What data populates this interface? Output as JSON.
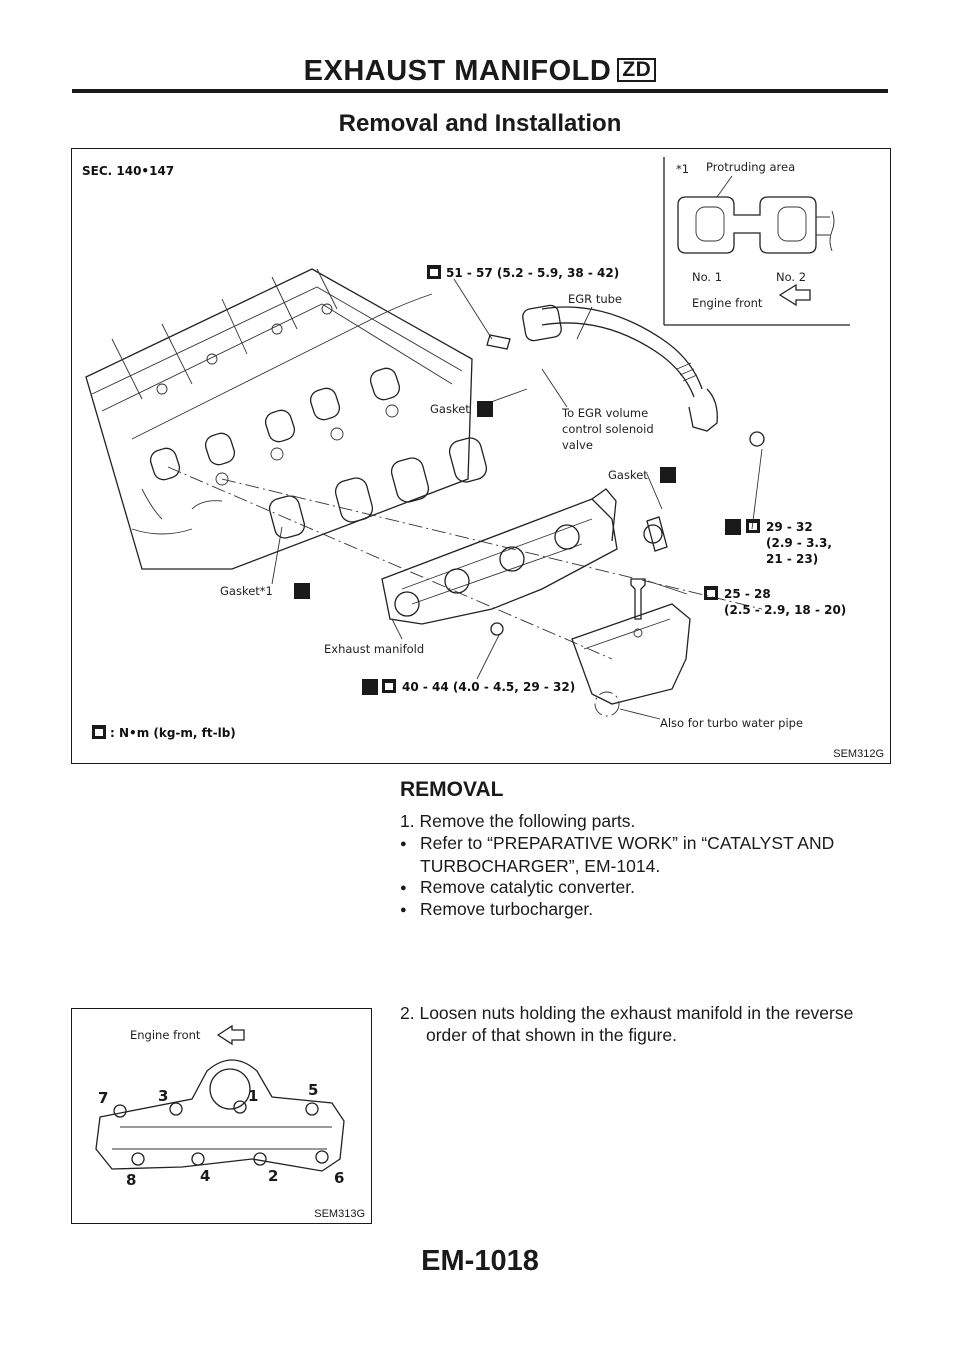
{
  "header": {
    "title": "EXHAUST MANIFOLD",
    "badge": "ZD"
  },
  "section_title": "Removal and Installation",
  "figure1": {
    "sec_label": "SEC. 140•147",
    "code": "SEM312G",
    "inset": {
      "note_marker": "*1",
      "protruding_area": "Protruding area",
      "no1": "No. 1",
      "no2": "No. 2",
      "engine_front": "Engine front"
    },
    "labels": {
      "torque_egr_bolt": "51 - 57 (5.2 - 5.9, 38 - 42)",
      "egr_tube": "EGR tube",
      "gasket_1": "Gasket",
      "to_egr_line1": "To EGR volume",
      "to_egr_line2": "control solenoid",
      "to_egr_line3": "valve",
      "gasket_2": "Gasket",
      "torque_nut_line1": "29 - 32",
      "torque_nut_line2": "(2.9 - 3.3,",
      "torque_nut_line3": "21 - 23)",
      "torque_cover_line1": "25 - 28",
      "torque_cover_line2": "(2.5 - 2.9, 18 - 20)",
      "gasket_star": "Gasket*1",
      "exhaust_manifold": "Exhaust manifold",
      "torque_manifold": "40 - 44 (4.0 - 4.5, 29 - 32)",
      "also_turbo": "Also for turbo water pipe",
      "legend_units": ": N•m (kg-m, ft-lb)"
    }
  },
  "removal": {
    "heading": "REMOVAL",
    "step1": "1. Remove the following parts.",
    "bullet1_line1": "Refer to “PREPARATIVE WORK” in “CATALYST AND",
    "bullet1_line2": "TURBOCHARGER”, EM-1014.",
    "bullet2": "Remove catalytic converter.",
    "bullet3": "Remove turbocharger.",
    "bullet_symbol": "●",
    "step2_line1": "2. Loosen nuts holding the exhaust manifold in the reverse",
    "step2_line2": "order of that shown in the figure."
  },
  "figure2": {
    "code": "SEM313G",
    "engine_front": "Engine front",
    "nut_numbers": [
      "7",
      "3",
      "1",
      "5",
      "8",
      "4",
      "2",
      "6"
    ]
  },
  "footer": {
    "page": "EM-1018"
  }
}
